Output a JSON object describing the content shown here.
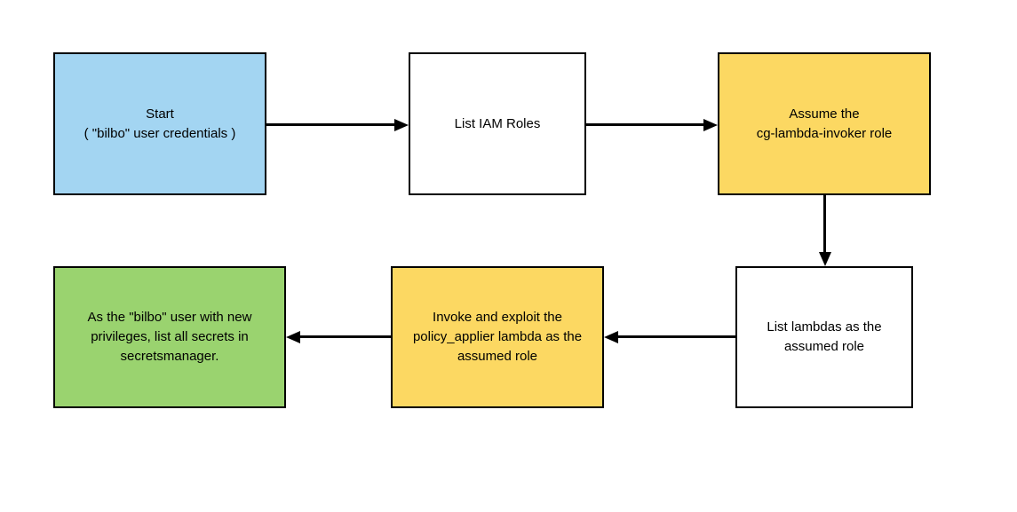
{
  "diagram": {
    "background_color": "#ffffff",
    "stroke_color": "#000000",
    "text_color": "#000000",
    "nodes": [
      {
        "id": "start",
        "label": "Start\n( \"bilbo\" user credentials )",
        "fill": "#a3d5f2",
        "shape": "rectangle"
      },
      {
        "id": "list-iam-roles",
        "label": "List IAM Roles",
        "fill": "#ffffff",
        "shape": "rectangle"
      },
      {
        "id": "assume-role",
        "label": "Assume the\ncg-lambda-invoker role",
        "fill": "#fcd862",
        "shape": "rectangle"
      },
      {
        "id": "list-lambdas",
        "label": "List lambdas as the\nassumed role",
        "fill": "#ffffff",
        "shape": "rectangle"
      },
      {
        "id": "invoke-lambda",
        "label": "Invoke and exploit the\npolicy_applier lambda as the\nassumed role",
        "fill": "#fcd862",
        "shape": "rectangle"
      },
      {
        "id": "list-secrets",
        "label": "As the \"bilbo\" user with new\nprivileges, list all secrets in\nsecretsmanager.",
        "fill": "#9ad36f",
        "shape": "rectangle"
      }
    ],
    "edges": [
      {
        "from": "start",
        "to": "list-iam-roles",
        "direction": "right"
      },
      {
        "from": "list-iam-roles",
        "to": "assume-role",
        "direction": "right"
      },
      {
        "from": "assume-role",
        "to": "list-lambdas",
        "direction": "down"
      },
      {
        "from": "list-lambdas",
        "to": "invoke-lambda",
        "direction": "left"
      },
      {
        "from": "invoke-lambda",
        "to": "list-secrets",
        "direction": "left"
      }
    ]
  }
}
